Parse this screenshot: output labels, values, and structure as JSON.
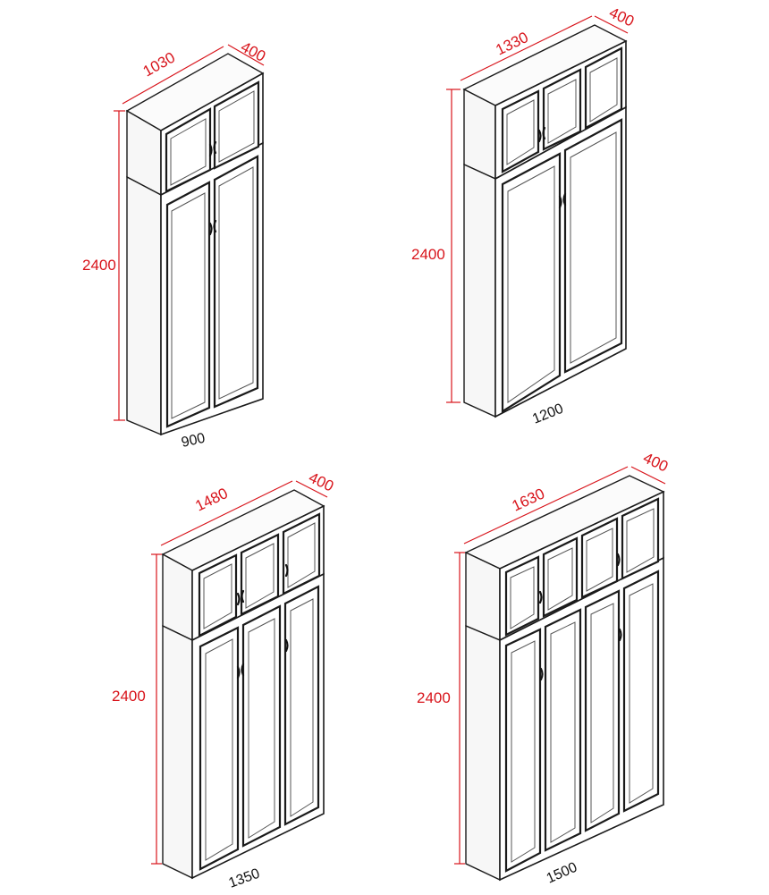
{
  "wardrobes": [
    {
      "id": "w1",
      "total_width": "1030",
      "depth": "400",
      "height": "2400",
      "base_width": "900",
      "upper_doors": 2,
      "lower_doors": 2
    },
    {
      "id": "w2",
      "total_width": "1330",
      "depth": "400",
      "height": "2400",
      "base_width": "1200",
      "upper_doors": 3,
      "lower_doors": 2
    },
    {
      "id": "w3",
      "total_width": "1480",
      "depth": "400",
      "height": "2400",
      "base_width": "1350",
      "upper_doors": 3,
      "lower_doors": 3
    },
    {
      "id": "w4",
      "total_width": "1630",
      "depth": "400",
      "height": "2400",
      "base_width": "1500",
      "upper_doors": 4,
      "lower_doors": 4
    }
  ],
  "colors": {
    "dimension": "#d8141b",
    "outline": "#1a1a1a",
    "background": "#ffffff"
  }
}
